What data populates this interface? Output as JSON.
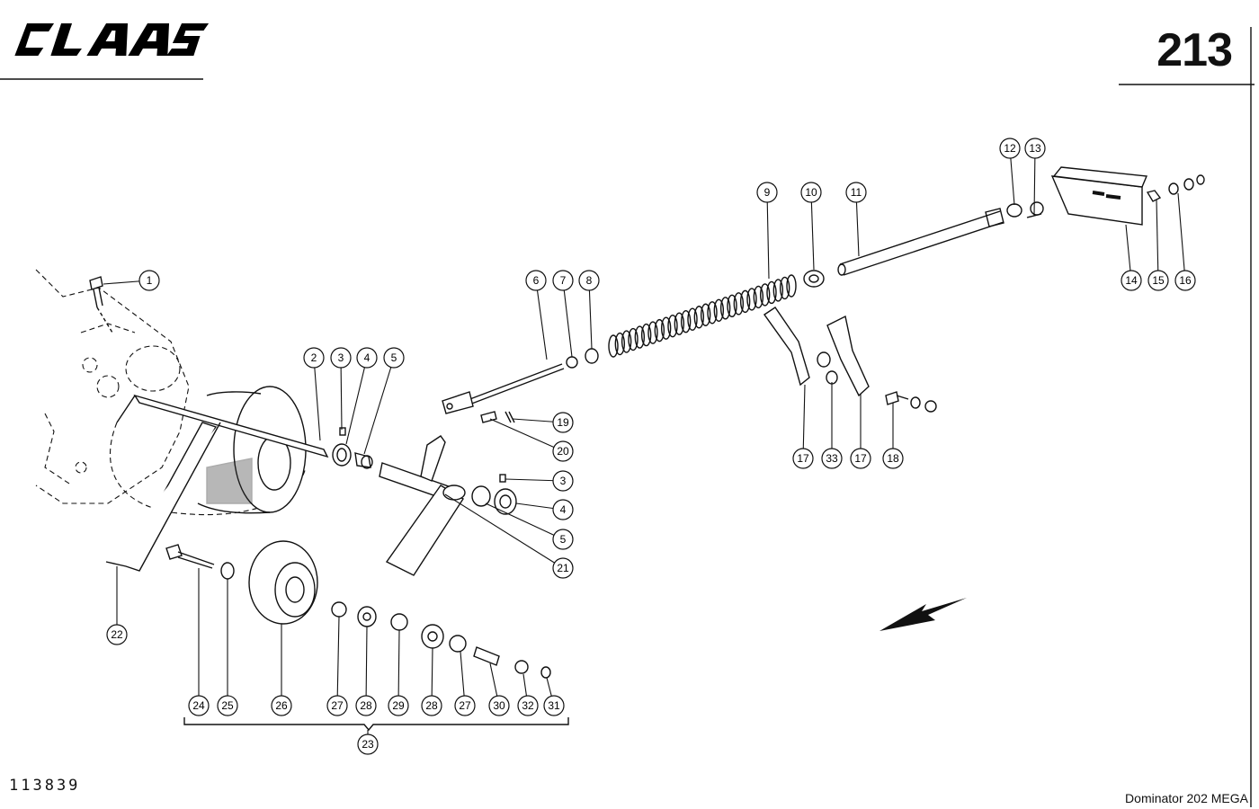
{
  "header": {
    "logo_text": "CLAAS",
    "page_number": "213"
  },
  "footer": {
    "drawing_number": "113839",
    "model": "Dominator  202 MEGA"
  },
  "callouts": [
    {
      "id": "c1",
      "label": "1"
    },
    {
      "id": "c2",
      "label": "2"
    },
    {
      "id": "c3a",
      "label": "3"
    },
    {
      "id": "c4a",
      "label": "4"
    },
    {
      "id": "c5a",
      "label": "5"
    },
    {
      "id": "c6",
      "label": "6"
    },
    {
      "id": "c7",
      "label": "7"
    },
    {
      "id": "c8",
      "label": "8"
    },
    {
      "id": "c9",
      "label": "9"
    },
    {
      "id": "c10",
      "label": "10"
    },
    {
      "id": "c11",
      "label": "11"
    },
    {
      "id": "c12",
      "label": "12"
    },
    {
      "id": "c13",
      "label": "13"
    },
    {
      "id": "c14",
      "label": "14"
    },
    {
      "id": "c15",
      "label": "15"
    },
    {
      "id": "c16",
      "label": "16"
    },
    {
      "id": "c17a",
      "label": "17"
    },
    {
      "id": "c33",
      "label": "33"
    },
    {
      "id": "c17b",
      "label": "17"
    },
    {
      "id": "c18",
      "label": "18"
    },
    {
      "id": "c19",
      "label": "19"
    },
    {
      "id": "c20",
      "label": "20"
    },
    {
      "id": "c3b",
      "label": "3"
    },
    {
      "id": "c4b",
      "label": "4"
    },
    {
      "id": "c5b",
      "label": "5"
    },
    {
      "id": "c21",
      "label": "21"
    },
    {
      "id": "c22",
      "label": "22"
    },
    {
      "id": "c24",
      "label": "24"
    },
    {
      "id": "c25",
      "label": "25"
    },
    {
      "id": "c26",
      "label": "26"
    },
    {
      "id": "c27a",
      "label": "27"
    },
    {
      "id": "c28a",
      "label": "28"
    },
    {
      "id": "c29",
      "label": "29"
    },
    {
      "id": "c28b",
      "label": "28"
    },
    {
      "id": "c27b",
      "label": "27"
    },
    {
      "id": "c30",
      "label": "30"
    },
    {
      "id": "c32",
      "label": "32"
    },
    {
      "id": "c31",
      "label": "31"
    },
    {
      "id": "c23",
      "label": "23"
    }
  ]
}
